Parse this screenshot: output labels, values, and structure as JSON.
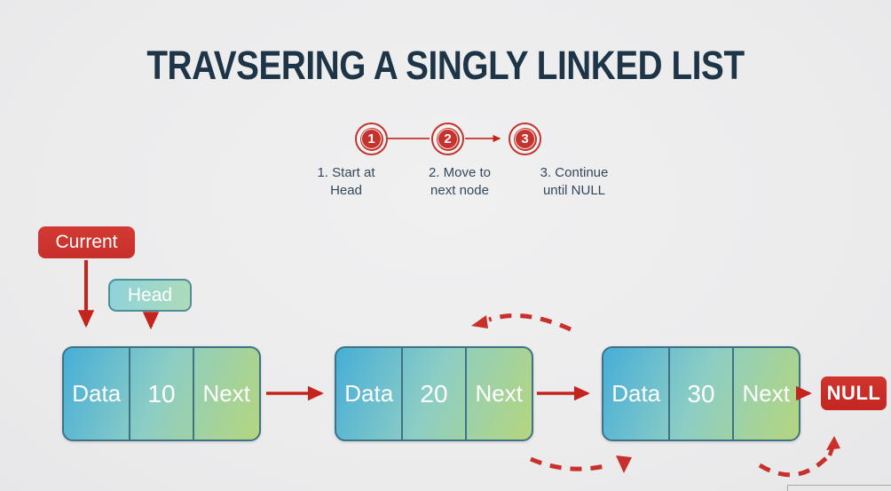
{
  "title": "TRAVSERING A SINGLY LINKED LIST",
  "steps": [
    {
      "number": "1",
      "line1": "1. Start at",
      "line2": "Head"
    },
    {
      "number": "2",
      "line1": "2. Move to",
      "line2": "next node"
    },
    {
      "number": "3",
      "line1": "3. Continue",
      "line2": "until NULL"
    }
  ],
  "pointers": {
    "current": "Current",
    "head": "Head"
  },
  "nodes": [
    {
      "data_label": "Data",
      "value": "10",
      "next_label": "Next"
    },
    {
      "data_label": "Data",
      "value": "20",
      "next_label": "Next"
    },
    {
      "data_label": "Data",
      "value": "30",
      "next_label": "Next"
    }
  ],
  "terminator": "NULL",
  "colors": {
    "background": "#ededee",
    "title_text": "#1d3547",
    "step_label_text": "#33485a",
    "accent_red": "#c5332e",
    "badge_red": "#cd342f",
    "node_border": "#3e7286",
    "node_gradient_blue": "#47aed7",
    "node_gradient_teal": "#8ccdc5",
    "node_gradient_green": "#b5d67e"
  }
}
